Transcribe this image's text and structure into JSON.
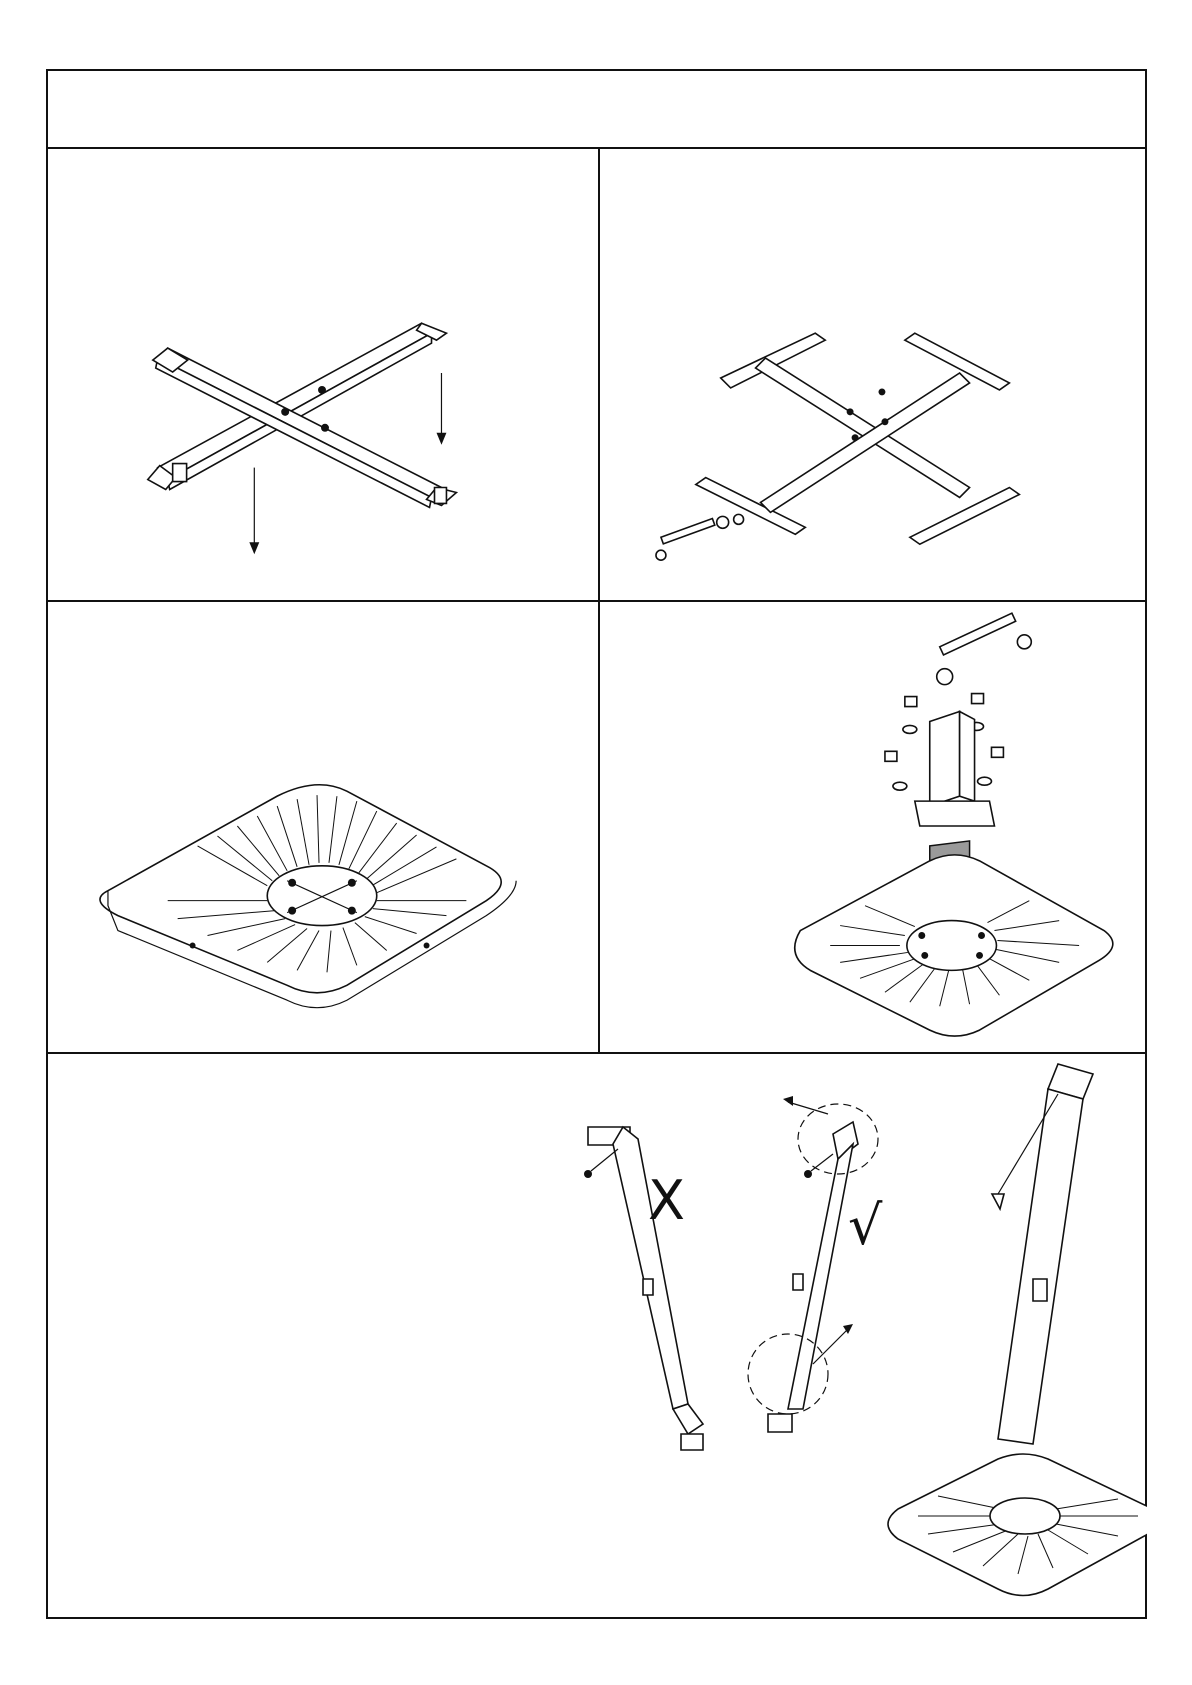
{
  "document": {
    "header_text": "",
    "figure_marks": {
      "wrong": "X",
      "correct": "√"
    }
  },
  "icons": {
    "step1": "cross-base-frame-illustration",
    "step2": "frame-with-rails-and-wrench-illustration",
    "step3": "four-segment-slatted-weight-base-illustration",
    "step4": "pole-socket-bolts-washers-wrench-illustration",
    "step5": "umbrella-pole-orientation-and-assembled-base-illustration"
  }
}
